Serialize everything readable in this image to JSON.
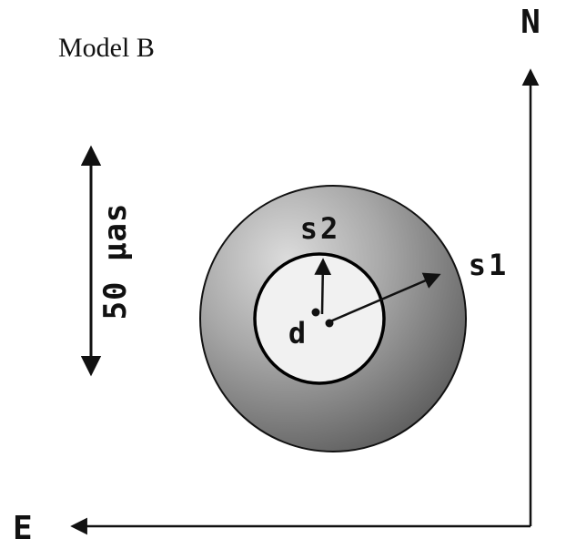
{
  "title": "Model B",
  "axes": {
    "north_label": "N",
    "east_label": "E"
  },
  "scale_bar": {
    "label": "50 μas"
  },
  "components": {
    "s1_label": "s1",
    "s2_label": "s2",
    "d_label": "d"
  },
  "colors": {
    "outer_circle_light": "#d9d9d9",
    "outer_circle_mid": "#a0a0a0",
    "outer_circle_dark": "#4f4f4f",
    "inner_circle_fill": "#f1f1f1",
    "stroke": "#111111",
    "background": "#ffffff"
  }
}
